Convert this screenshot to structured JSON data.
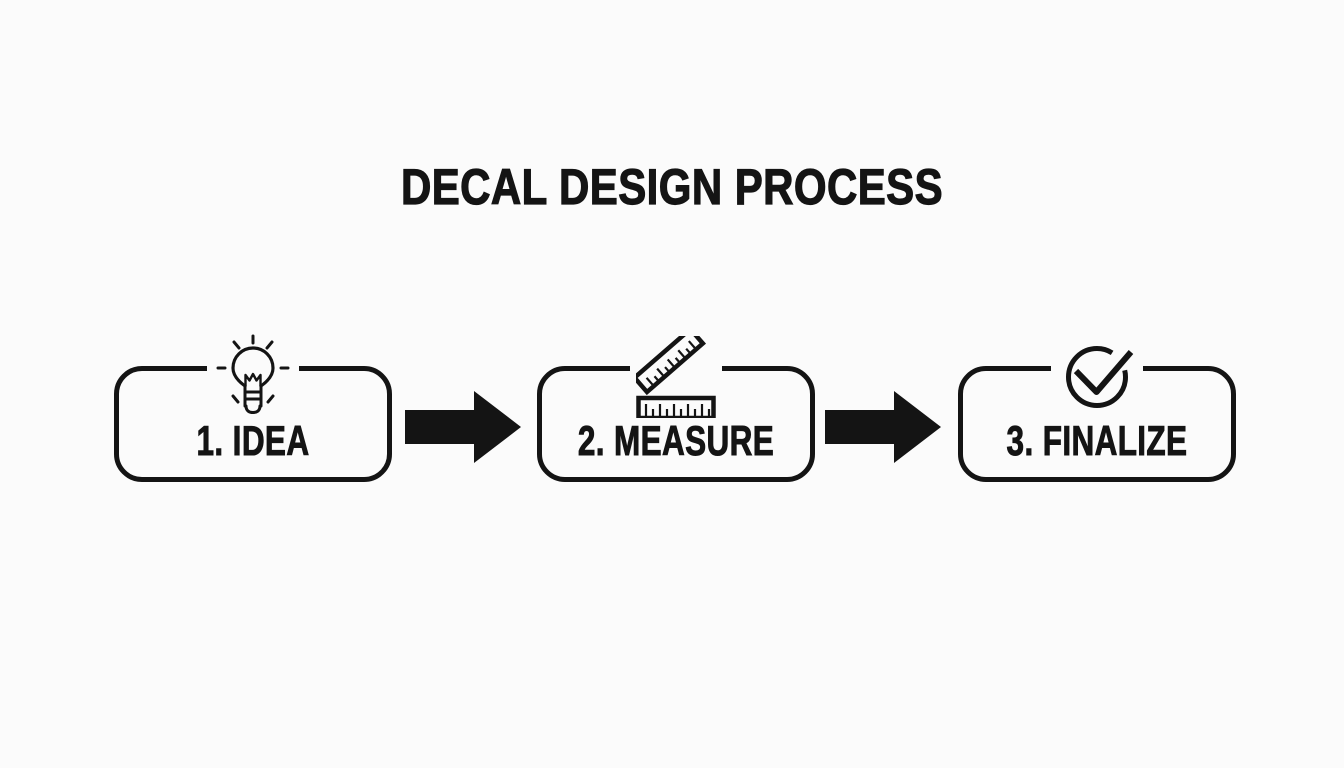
{
  "colors": {
    "background": "#fbfbfb",
    "ink": "#141414"
  },
  "title": "DECAL DESIGN PROCESS",
  "flow": {
    "steps": [
      {
        "label": "1. IDEA",
        "icon": "lightbulb-icon"
      },
      {
        "label": "2. MEASURE",
        "icon": "ruler-icon"
      },
      {
        "label": "3. FINALIZE",
        "icon": "check-circle-icon"
      }
    ],
    "connector_icon": "arrow-right-icon",
    "connector_count": 2
  }
}
